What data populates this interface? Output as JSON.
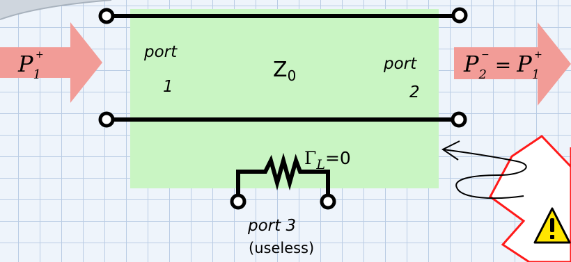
{
  "incident": {
    "symbol": "P",
    "subscript": "1",
    "superscript": "+"
  },
  "transmitted": {
    "lhs_symbol": "P",
    "lhs_subscript": "2",
    "lhs_superscript": "−",
    "equals": "=",
    "rhs_symbol": "P",
    "rhs_subscript": "1",
    "rhs_superscript": "+"
  },
  "port1": {
    "line1": "port",
    "line2": "1"
  },
  "port2": {
    "line1": "port",
    "line2": "2"
  },
  "line_impedance": {
    "symbol": "Z",
    "subscript": "0"
  },
  "load": {
    "symbol": "Γ",
    "subscript": "L",
    "rest": "=0"
  },
  "port3": {
    "label": "port 3",
    "note": "(useless)"
  },
  "colors": {
    "box_fill": "#c9f5c3",
    "arrow_fill": "#f29c97",
    "lightning_stroke": "#ff1a1a",
    "warning_fill": "#ffe600",
    "grid": "#b9cce4"
  }
}
